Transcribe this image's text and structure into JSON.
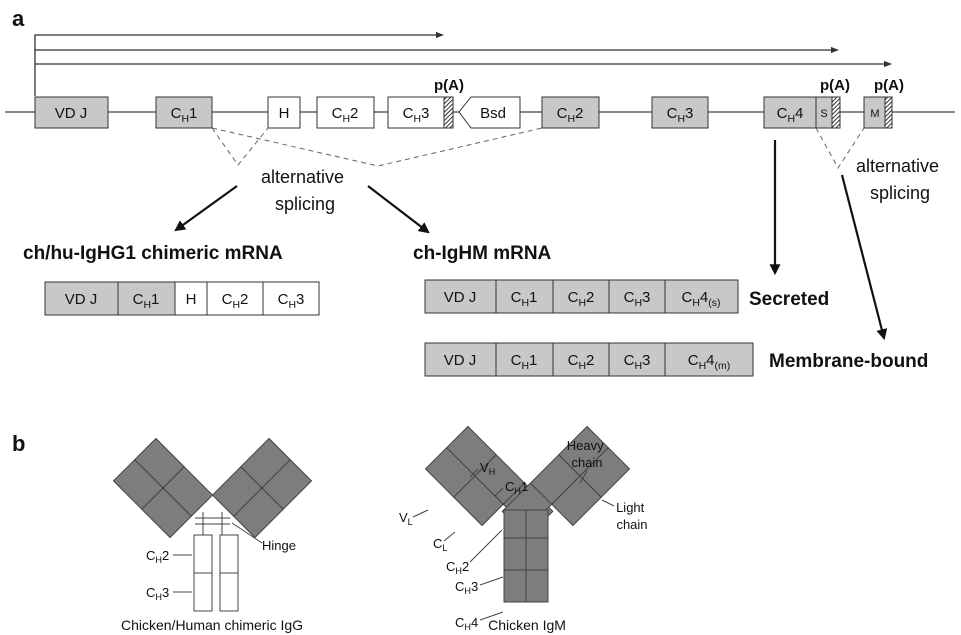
{
  "panel_a": {
    "label": "a",
    "polyA": "p(A)",
    "gene": {
      "vdj": "VD J",
      "h_exon": "H",
      "bsd": "Bsd",
      "s_exon": "S",
      "m_exon": "M"
    },
    "ch_base": "C",
    "ch_sub": "H",
    "nums": {
      "one": "1",
      "two": "2",
      "three": "3",
      "four": "4"
    },
    "alt_splicing_1": [
      "alternative",
      "splicing"
    ],
    "alt_splicing_2": [
      "alternative",
      "splicing"
    ],
    "mrna_chimeric_title": "ch/hu-IgHG1 chimeric mRNA",
    "mrna_chm_title": "ch-IgHM mRNA",
    "secreted_label": "Secreted",
    "membrane_label": "Membrane-bound",
    "secreted_sub": "(s)",
    "membrane_sub": "(m)"
  },
  "panel_b": {
    "label": "b",
    "igg_caption": "Chicken/Human chimeric IgG",
    "igm_caption": "Chicken IgM",
    "hinge": "Hinge",
    "heavy_chain": [
      "Heavy",
      "chain"
    ],
    "light_chain": [
      "Light",
      "chain"
    ],
    "v_base": "V",
    "c_base": "C",
    "h_sub": "H",
    "l_sub": "L",
    "nums": {
      "one": "1",
      "two": "2",
      "three": "3",
      "four": "4"
    }
  },
  "colors": {
    "exon_grey": "#c8c8c8",
    "domain_grey": "#7d7d7d",
    "line": "#333333"
  }
}
